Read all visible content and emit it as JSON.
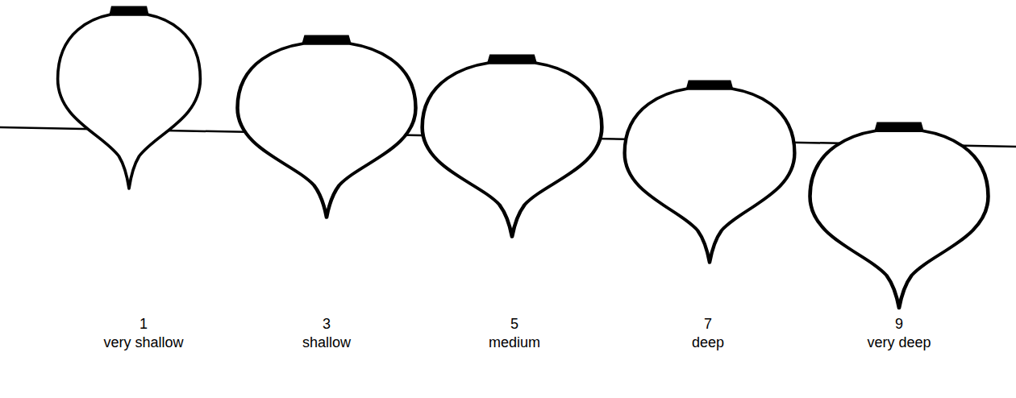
{
  "diagram": {
    "labels": [
      "1",
      "very shallow",
      "3",
      "shallow",
      "5",
      "medium",
      "7",
      "deep",
      "9",
      "very deep"
    ]
  }
}
